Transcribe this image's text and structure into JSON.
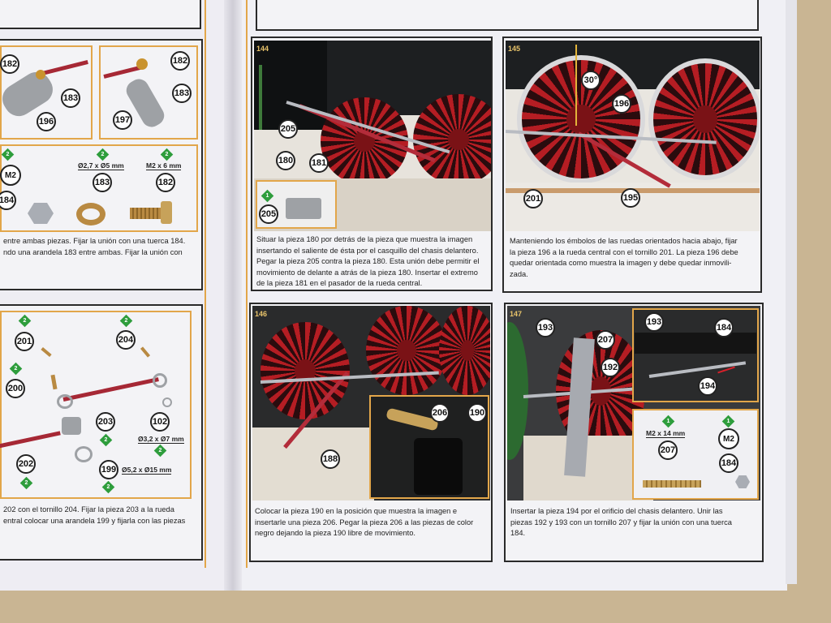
{
  "manual": {
    "left_page": {
      "top_panel": {
        "callouts": [
          "182",
          "183",
          "196",
          "182",
          "183",
          "197"
        ],
        "parts": {
          "a_badge": "2",
          "a_size": "M2",
          "a_num": "184",
          "b_badge": "2",
          "b_size": "Ø2,7 x Ø5 mm",
          "b_num": "183",
          "c_badge": "2",
          "c_size": "M2 x 6 mm",
          "c_num": "182"
        },
        "caption_line1": "entre ambas piezas. Fijar la unión con una tuerca 184.",
        "caption_line2": "ndo una arandela 183 entre ambas. Fijar la unión con"
      },
      "bottom_panel": {
        "callouts": {
          "n201": "201",
          "n204": "204",
          "n200": "200",
          "n203": "203",
          "n102": "102",
          "n202": "202",
          "n199": "199"
        },
        "badges": [
          "2",
          "2",
          "2",
          "2",
          "2",
          "2",
          "2"
        ],
        "sizes": {
          "s102": "Ø3,2 x Ø7 mm",
          "s199": "Ø5,2 x Ø15 mm"
        },
        "caption_line1": "202 con el tornillo 204. Fijar la pieza 203 a la rueda",
        "caption_line2": "entral colocar una arandela 199 y fijarla con las piezas"
      }
    },
    "right_page": {
      "step144": {
        "number": "144",
        "callouts": {
          "n205": "205",
          "n180": "180",
          "n181": "181",
          "inset_badge": "1",
          "inset_num": "205"
        },
        "caption": [
          "Situar la pieza 180 por detrás de la pieza que muestra la imagen",
          "insertando el saliente de ésta por el casquillo del chasis delantero.",
          "Pegar la pieza 205 contra la pieza 180. Esta unión debe permitir el",
          "movimiento de delante a atrás de la pieza 180. Insertar el extremo",
          "de la pieza 181 en el pasador de la rueda central."
        ]
      },
      "step145": {
        "number": "145",
        "callouts": {
          "angle": "30°",
          "n196": "196",
          "n201": "201",
          "n195": "195"
        },
        "caption": [
          "Manteniendo los émbolos de las ruedas orientados hacia abajo, fijar",
          "la pieza 196 a la rueda central con el tornillo 201. La pieza 196 debe",
          "quedar orientada como muestra la imagen y debe quedar inmovili-",
          "zada."
        ]
      },
      "step146": {
        "number": "146",
        "callouts": {
          "n188": "188",
          "n206": "206",
          "n190": "190"
        },
        "caption": [
          "Colocar la pieza 190 en la posición que muestra la imagen e",
          "insertarle una pieza 206. Pegar la pieza 206 a las piezas de color",
          "negro dejando la pieza 190 libre de movimiento."
        ]
      },
      "step147": {
        "number": "147",
        "callouts": {
          "n193": "193",
          "n207": "207",
          "n192": "192",
          "i193": "193",
          "i184": "184",
          "i194": "194"
        },
        "parts": {
          "a_badge": "1",
          "a_size": "M2 x 14 mm",
          "a_num": "207",
          "b_badge": "1",
          "b_size": "M2",
          "b_num": "184"
        },
        "caption": [
          "Insertar la pieza 194 por el orificio del chasis delantero. Unir las",
          "piezas 192 y 193 con un tornillo 207 y fijar la unión con una tuerca",
          "184."
        ]
      }
    },
    "colors": {
      "accent_orange": "#e2a64a",
      "badge_green": "#2e9d3c",
      "wheel_red": "#b51d23",
      "table_bg": "#c9b593"
    }
  }
}
